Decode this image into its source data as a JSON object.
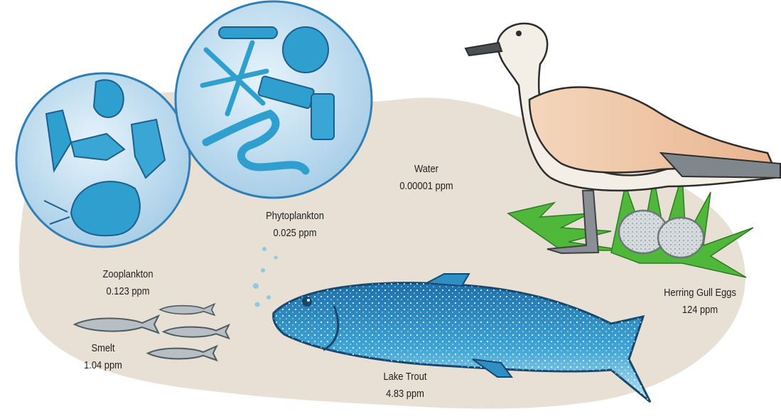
{
  "labels": {
    "water": {
      "name": "Water",
      "value": "0.00001 ppm"
    },
    "phytoplankton": {
      "name": "Phytoplankton",
      "value": "0.025 ppm"
    },
    "zooplankton": {
      "name": "Zooplankton",
      "value": "0.123 ppm"
    },
    "smelt": {
      "name": "Smelt",
      "value": "1.04 ppm"
    },
    "lake_trout": {
      "name": "Lake Trout",
      "value": "4.83 ppm"
    },
    "gull_eggs": {
      "name": "Herring Gull Eggs",
      "value": "124 ppm"
    }
  },
  "colors": {
    "water_area": "#e8e0d4",
    "plankton_blue": "#2f9fd0",
    "circle_fill": "#c7e3f4",
    "fish_blue": "#2f8fc4",
    "gull_wing": "#f0c6a6",
    "grass_green": "#4fb83a"
  }
}
